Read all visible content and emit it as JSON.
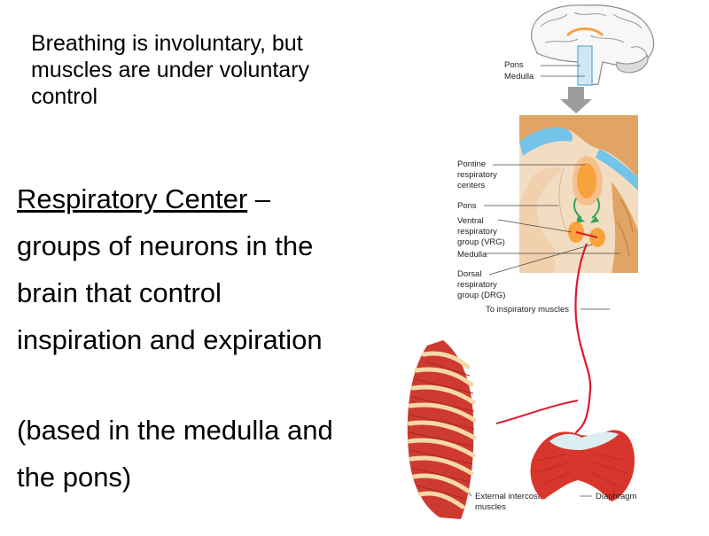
{
  "slide": {
    "intro_line_1": "Breathing is involuntary, but",
    "intro_line_2": "muscles are under voluntary",
    "intro_line_3": "control",
    "term": "Respiratory Center",
    "dash": " –",
    "def_line_1": "groups of neurons in the",
    "def_line_2": "brain that control",
    "def_line_3": "inspiration and expiration",
    "note_line_1": "(based in the medulla and",
    "note_line_2": "the pons)"
  },
  "figure": {
    "top_labels": {
      "pons": "Pons",
      "medulla": "Medulla"
    },
    "labels": {
      "pontine_1": "Pontine",
      "pontine_2": "respiratory",
      "pontine_3": "centers",
      "pons": "Pons",
      "vrg_1": "Ventral",
      "vrg_2": "respiratory",
      "vrg_3": "group (VRG)",
      "medulla": "Medulla",
      "drg_1": "Dorsal",
      "drg_2": "respiratory",
      "drg_3": "group (DRG)",
      "to_muscles": "To inspiratory muscles",
      "intercostal_1": "External intercostal",
      "intercostal_2": "muscles",
      "diaphragm": "Diaphragm"
    },
    "colors": {
      "brain_tissue": "#f2ddc2",
      "cerebellum": "#e2a464",
      "csf": "#74c3e8",
      "centers": "#f7a23a",
      "nerve": "#e0182c",
      "pathway": "#33a355",
      "muscle": "#d8362c",
      "rib": "#f4d9a8",
      "arrow": "#9c9c9c"
    }
  }
}
